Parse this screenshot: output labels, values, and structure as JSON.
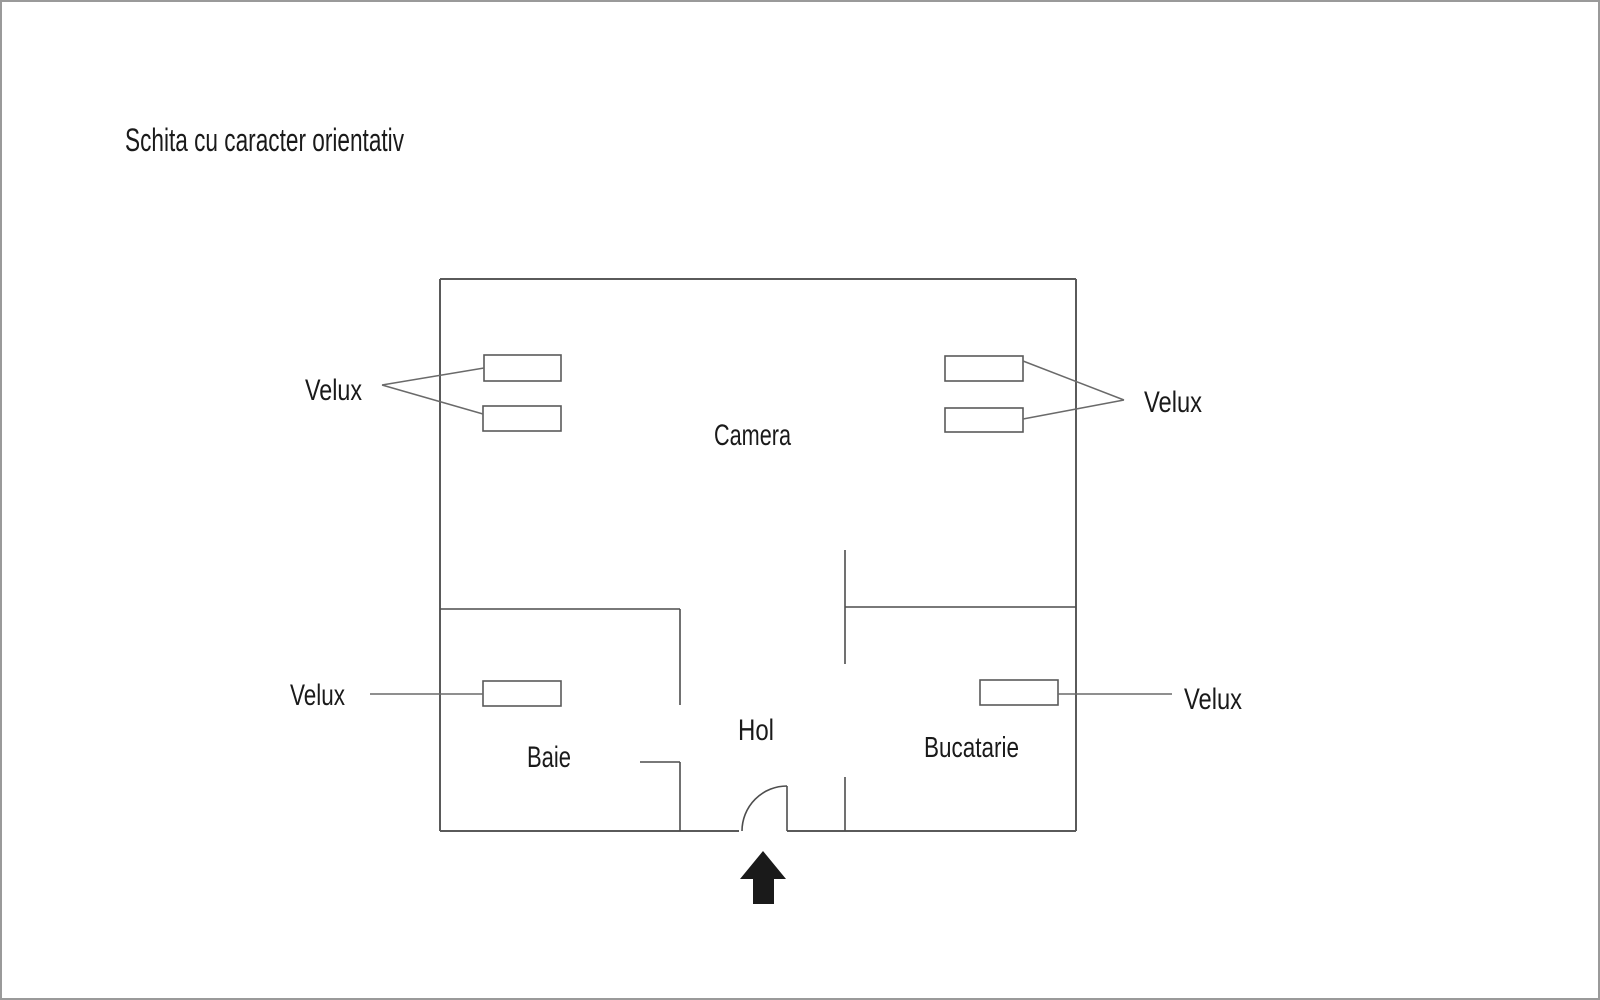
{
  "title": "Schita cu caracter orientativ",
  "rooms": {
    "camera": "Camera",
    "baie": "Baie",
    "hol": "Hol",
    "bucatarie": "Bucatarie"
  },
  "labels": {
    "velux_top_left": "Velux",
    "velux_top_right": "Velux",
    "velux_bottom_left": "Velux",
    "velux_bottom_right": "Velux"
  },
  "diagram": {
    "type": "floor-plan-sketch",
    "velux_roof_windows": {
      "camera_left_wall": 2,
      "camera_right_wall": 2,
      "baie": 1,
      "bucatarie": 1
    },
    "entrance": "bottom center door with swing arc and up arrow"
  },
  "colors": {
    "background": "#ffffff",
    "frame": "#9a9a9a",
    "wall": "#5a5a5a",
    "text": "#1a1a1a",
    "arrow": "#1a1a1a"
  }
}
